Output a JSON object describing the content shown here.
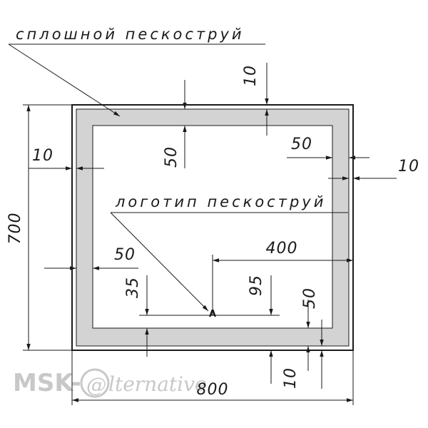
{
  "annotations": {
    "solid_sandblast": "сплошной пескоструй",
    "logo_sandblast": "логотип пескоструй",
    "logo_marker": "A"
  },
  "dimensions": {
    "height_total": "700",
    "width_total": "800",
    "outer_margin_left": "10",
    "outer_margin_top": "10",
    "outer_margin_right": "10",
    "outer_margin_bottom": "10",
    "band_top": "50",
    "band_right": "50",
    "band_left": "50",
    "band_bottom": "50",
    "logo_offset_right": "400",
    "logo_height_left": "35",
    "logo_height_right": "95"
  },
  "watermark": {
    "prefix": "MSK-",
    "at_symbol": "@",
    "suffix": "lternative"
  },
  "colors": {
    "band_fill": "#d3d3d3",
    "ink": "#1a1a1a",
    "watermark": "#c8c8c8"
  }
}
